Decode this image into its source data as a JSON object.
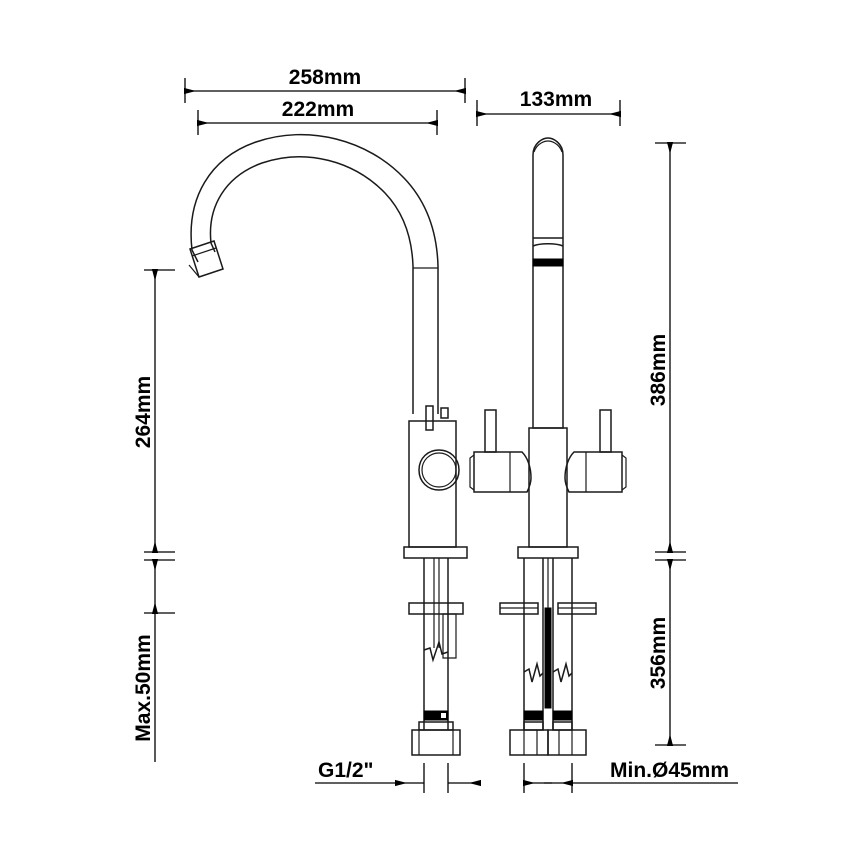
{
  "drawing": {
    "title": "Kitchen mixer tap dimensional drawing",
    "units": "mm",
    "line_color": "#1a1a1a",
    "background": "#ffffff",
    "views": [
      {
        "name": "side-view",
        "label": "side elevation of gooseneck spout"
      },
      {
        "name": "front-view",
        "label": "front elevation with twin lever handles"
      }
    ]
  },
  "dimensions": {
    "spout_reach_total": "258mm",
    "spout_reach_inner": "222mm",
    "body_width": "133mm",
    "spout_height": "264mm",
    "counter_thickness_max": "Max.50mm",
    "overall_height": "386mm",
    "tail_length": "356mm",
    "thread_size": "G1/2\"",
    "min_hole_diameter": "Min.Ø45mm"
  },
  "labels": {
    "d258": "258mm",
    "d222": "222mm",
    "d133": "133mm",
    "d264": "264mm",
    "dmax50": "Max.50mm",
    "d386": "386mm",
    "d356": "356mm",
    "g12": "G1/2\"",
    "dmin45": "Min.Ø45mm"
  }
}
